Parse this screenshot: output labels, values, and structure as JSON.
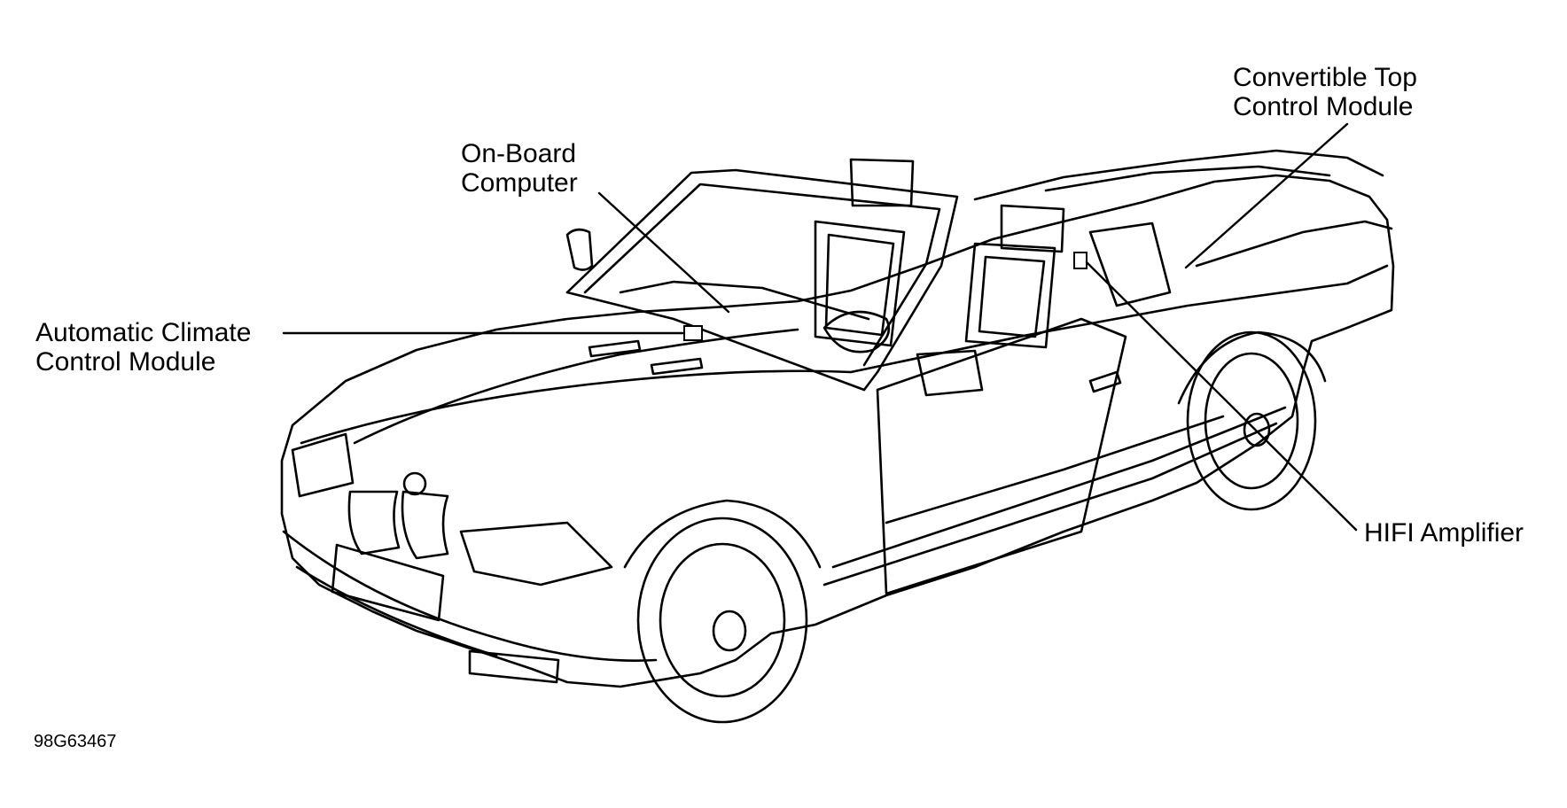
{
  "figure": {
    "id": "98G63467",
    "subject": "car-convertible"
  },
  "labels": {
    "on_board_computer": [
      "On-Board",
      "Computer"
    ],
    "convertible_top_control_module": [
      "Convertible Top",
      "Control Module"
    ],
    "automatic_climate_control_module": [
      "Automatic Climate",
      "Control Module"
    ],
    "hifi_amplifier": [
      "HIFI Amplifier"
    ]
  },
  "colors": {
    "ink": "#000000",
    "background": "#ffffff"
  }
}
